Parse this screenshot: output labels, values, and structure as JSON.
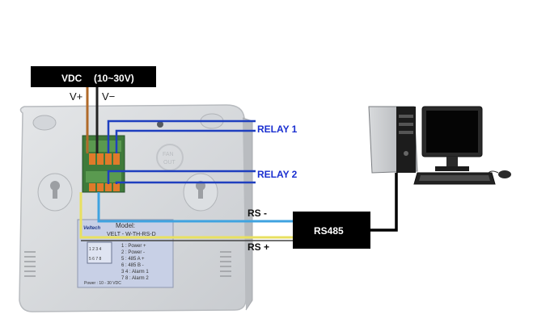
{
  "power": {
    "label_vdc": "VDC",
    "label_range": "(10~30V)",
    "label_vplus": "V+",
    "label_vminus": "V−"
  },
  "relays": {
    "relay1": "RELAY 1",
    "relay2": "RELAY 2"
  },
  "bus": {
    "rs_minus": "RS -",
    "rs_plus": "RS +",
    "converter": "RS485"
  },
  "device": {
    "brand": "Veltech",
    "model_label": "Model:",
    "model_value": "VELT - W-TH-RS-D",
    "terminals": [
      "1 : Power +",
      "2 : Power -",
      "5 : 485  A +",
      "6 : 485  B -",
      "3 4 : Alarm 1",
      "7 8 : Alarm 2"
    ],
    "power_spec": "Power : 10 - 30 VDC",
    "pin_row_top": "1 2 3 4",
    "pin_row_bottom": "5 6 7 8"
  },
  "colors": {
    "relay_wire": "#1f3fbf",
    "rs_minus_wire": "#3fa3e0",
    "rs_plus_wire": "#e8e060",
    "vplus_wire": "#b06a2a",
    "vminus_wire": "#222222",
    "label_blue": "#1a2fd0"
  }
}
